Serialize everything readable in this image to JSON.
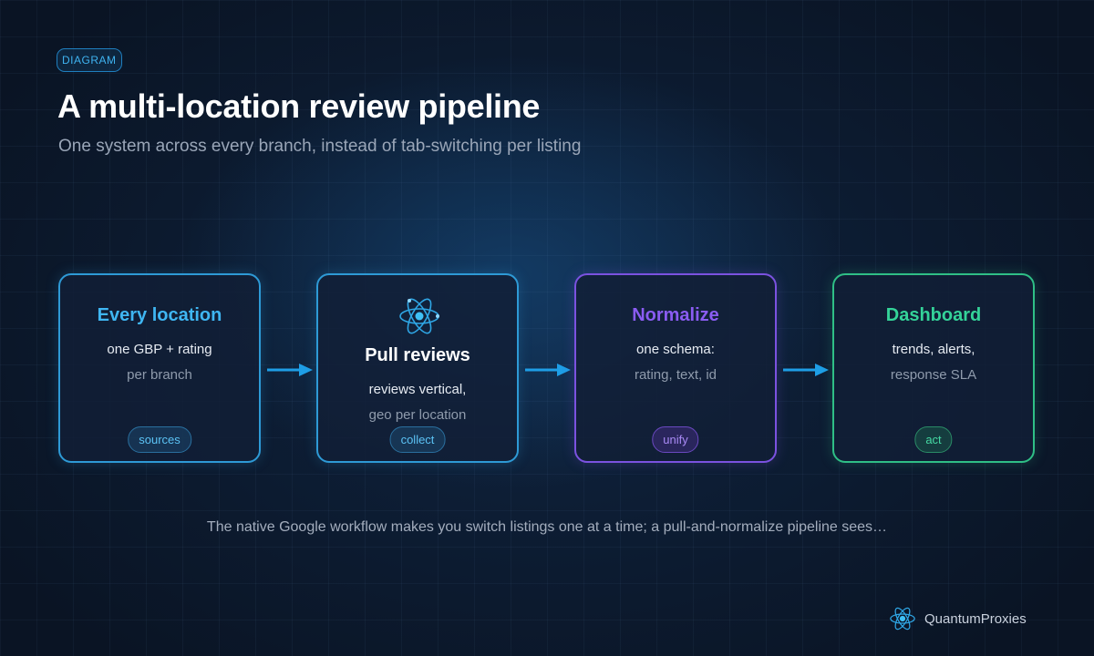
{
  "tag": "DIAGRAM",
  "title": "A multi-location review pipeline",
  "subtitle": "One system across every branch, instead of tab-switching per listing",
  "steps": [
    {
      "title": "Every location",
      "line1": "one GBP + rating",
      "line2": "per branch",
      "pill": "sources",
      "color": "#3fb6f2"
    },
    {
      "title": "Pull reviews",
      "line1": "reviews vertical,",
      "line2": "geo per location",
      "pill": "collect",
      "icon": "atom-icon"
    },
    {
      "title": "Normalize",
      "line1": "one schema:",
      "line2": "rating, text, id",
      "pill": "unify",
      "color": "#8a5cf2"
    },
    {
      "title": "Dashboard",
      "line1": "trends, alerts,",
      "line2": "response SLA",
      "pill": "act",
      "color": "#34d399"
    }
  ],
  "caption": "The native Google workflow makes you switch listings one at a time; a pull-and-normalize pipeline sees…",
  "brand": {
    "name": "QuantumProxies",
    "icon": "atom-icon"
  },
  "colors": {
    "accent_blue": "#2e9ad6",
    "accent_purple": "#7b52e0",
    "accent_green": "#2fbf86",
    "arrow": "#1e9ee6"
  }
}
